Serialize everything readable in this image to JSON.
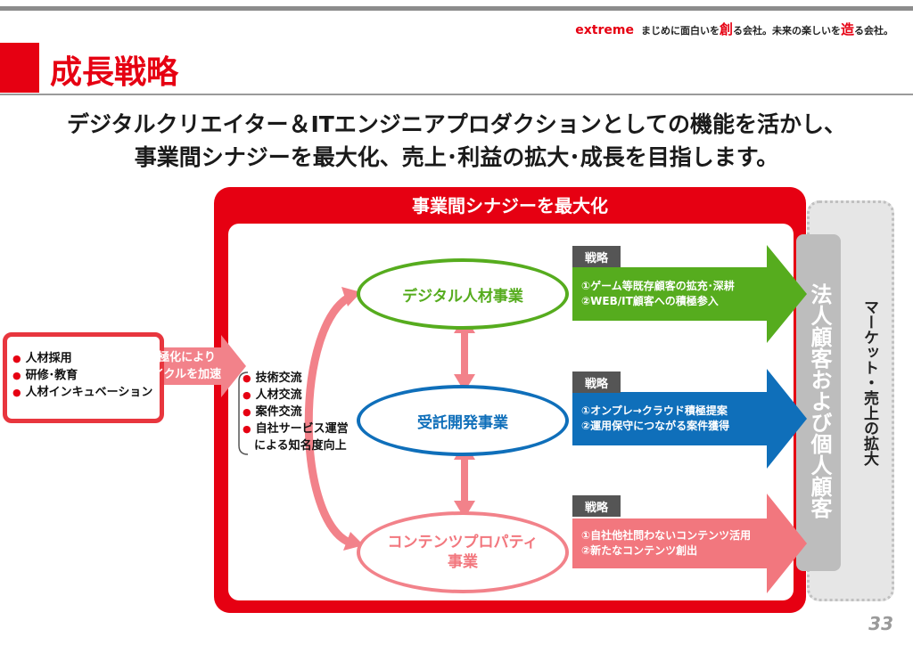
{
  "header": {
    "brand": "extreme",
    "tagline_1": "まじめに面白いを",
    "tagline_hl_1": "創",
    "tagline_2": "る会社。未来の楽しいを",
    "tagline_hl_2": "造",
    "tagline_3": "る会社。"
  },
  "title": "成長戦略",
  "headline": {
    "line1": "デジタルクリエイター＆ITエンジニアプロダクションとしての機能を活かし、",
    "line2": "事業間シナジーを最大化、売上･利益の拡大･成長を目指します。"
  },
  "synergy_label": "事業間シナジーを最大化",
  "left_box": {
    "items": [
      "人材採用",
      "研修･教育",
      "人材インキュベーション"
    ],
    "cycle_line1": "積極化により",
    "cycle_line2": "サイクルを加速"
  },
  "exchange": {
    "items": [
      "技術交流",
      "人材交流",
      "案件交流",
      "自社サービス運営"
    ],
    "tail": "による知名度向上"
  },
  "businesses": [
    {
      "name": "デジタル人材事業",
      "color": "#56ac1e",
      "strategy_tag": "戦略",
      "strategies": [
        "①ゲーム等既存顧客の拡充･深耕",
        "②WEB/IT顧客への積極参入"
      ]
    },
    {
      "name": "受託開発事業",
      "color": "#0f6fba",
      "strategy_tag": "戦略",
      "strategies": [
        "①オンプレ→クラウド積極提案",
        "②運用保守につながる案件獲得"
      ]
    },
    {
      "name_line1": "コンテンツプロパティ",
      "name_line2": "事業",
      "color": "#f2777e",
      "strategy_tag": "戦略",
      "strategies": [
        "①自社他社問わないコンテンツ活用",
        "②新たなコンテンツ創出"
      ]
    }
  ],
  "customers": "法人顧客および個人顧客",
  "market": "マーケット・売上の拡大",
  "page_number": "33",
  "colors": {
    "accent": "#e60012",
    "green": "#56ac1e",
    "blue": "#0f6fba",
    "pink": "#f2777e"
  }
}
